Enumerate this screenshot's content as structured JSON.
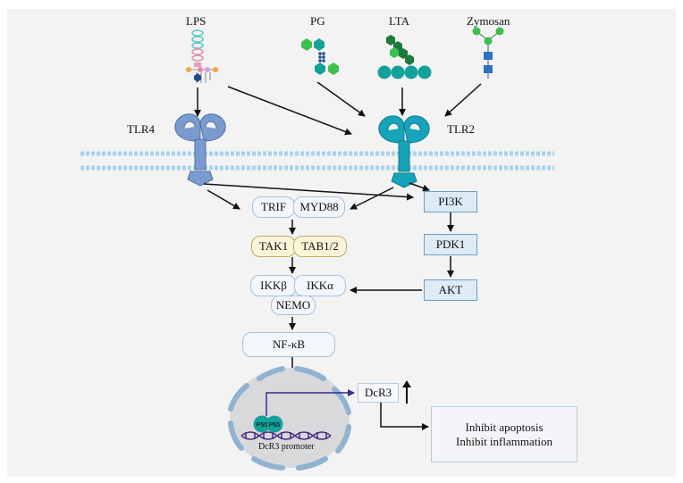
{
  "ligands": {
    "lps": "LPS",
    "pg": "PG",
    "lta": "LTA",
    "zymosan": "Zymosan"
  },
  "receptors": {
    "tlr4": "TLR4",
    "tlr2": "TLR2"
  },
  "adaptors": {
    "trif": "TRIF",
    "myd88": "MYD88",
    "tak1": "TAK1",
    "tab12": "TAB1/2",
    "ikkb": "IKKβ",
    "ikka": "IKKα",
    "nemo": "NEMO",
    "nfkb": "NF-κB"
  },
  "pi3k_path": {
    "pi3k": "PI3K",
    "pdk1": "PDK1",
    "akt": "AKT"
  },
  "nucleus": {
    "p50": "P50",
    "p65": "P65",
    "promoter": "DcR3 promoter"
  },
  "output": {
    "dcr3": "DcR3",
    "up_arrow": "↑",
    "effect_1": "Inhibit apoptosis",
    "effect_2": "Inhibit inflammation"
  },
  "colors": {
    "tlr4": "#7b9bd0",
    "tlr2": "#17a3b9",
    "membrane": "#a9d2ec",
    "green_dark": "#1c7a3c",
    "green_light": "#3fbf4f",
    "teal": "#14a19a",
    "nucleus": "#d9d9db",
    "nucleus_border": "#8fb3d0",
    "dna": "#4b2e83"
  }
}
